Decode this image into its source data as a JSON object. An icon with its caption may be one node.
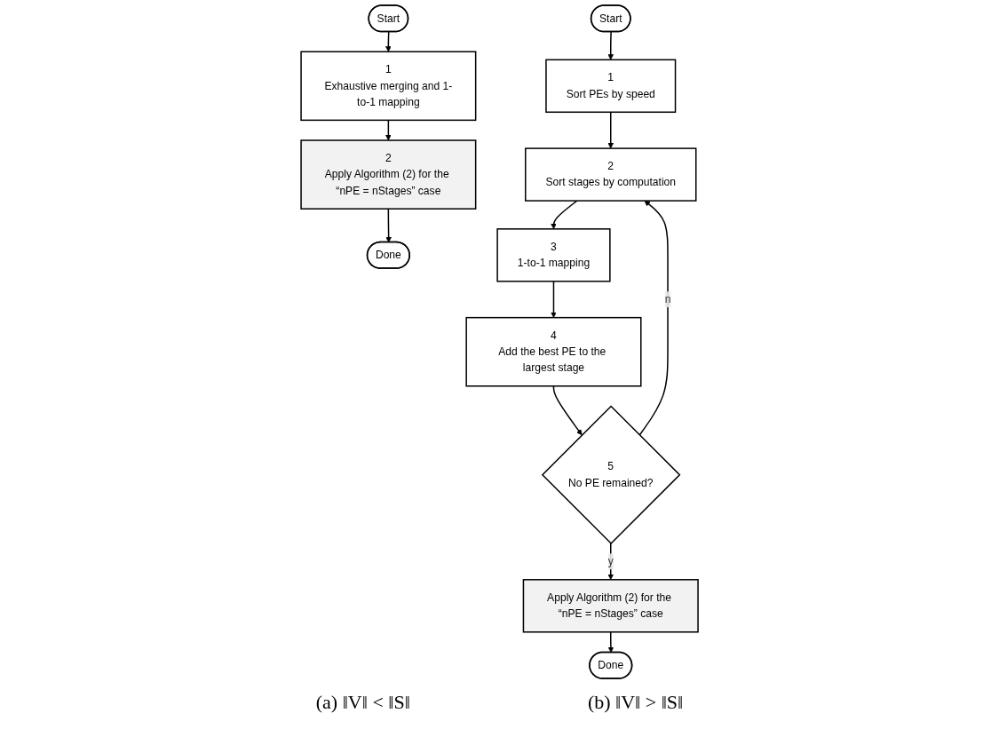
{
  "diagram": {
    "nodes": [
      {
        "text": [
          "Start"
        ]
      },
      {
        "text": [
          "1",
          "Exhaustive merging and 1-to-1 mapping"
        ]
      },
      {
        "text": [
          "2",
          "Apply Algorithm (2) for the “nPE = nStages” case"
        ]
      },
      {
        "text": [
          "Done"
        ]
      },
      {
        "text": [
          "Start"
        ]
      },
      {
        "text": [
          "1",
          "Sort PEs by speed"
        ]
      },
      {
        "text": [
          "2",
          "Sort stages by computation"
        ]
      },
      {
        "text": [
          "3",
          "1-to-1 mapping"
        ]
      },
      {
        "text": [
          "4",
          "Add the best PE to the largest stage"
        ]
      },
      {
        "text": [
          "5",
          "No PE remained?"
        ]
      },
      {
        "text": [
          "Apply Algorithm (2) for the “nPE = nStages” case"
        ]
      },
      {
        "text": [
          "Done"
        ]
      }
    ],
    "edges": [
      {
        "from": 0,
        "to": 1,
        "arrow": "to"
      },
      {
        "from": 1,
        "to": 2,
        "arrow": "to"
      },
      {
        "from": 2,
        "to": 3,
        "arrow": "to"
      },
      {
        "from": 4,
        "to": 5,
        "arrow": "to"
      },
      {
        "from": 5,
        "to": 6,
        "arrow": "to"
      },
      {
        "from": 6,
        "to": 7,
        "arrow": "to"
      },
      {
        "from": 7,
        "to": 8,
        "arrow": "to"
      },
      {
        "from": 8,
        "to": 9,
        "arrow": "to"
      },
      {
        "from": 9,
        "to": 6,
        "label": "n",
        "arrow": "to"
      },
      {
        "from": 9,
        "to": 10,
        "label": "y",
        "arrow": "to"
      },
      {
        "from": 10,
        "to": 11,
        "arrow": "to"
      }
    ],
    "labels": [
      "(a) ‖V‖ < ‖S‖",
      "(b) ‖V‖ > ‖S‖"
    ]
  }
}
